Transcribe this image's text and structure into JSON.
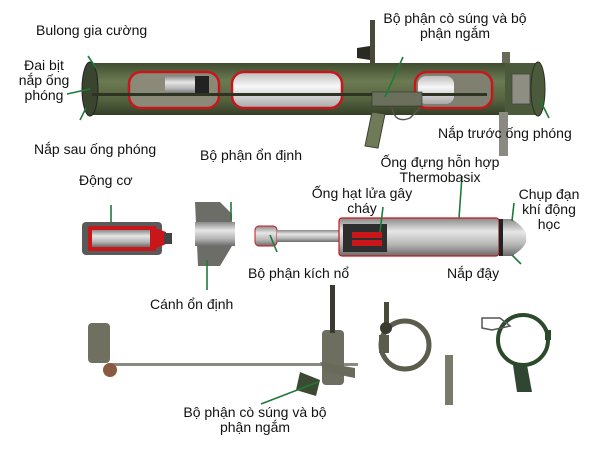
{
  "diagram": {
    "title": "RPO-A Shmel thermobaric rocket launcher exploded diagram",
    "colors": {
      "tube_green": "#5a6b44",
      "tube_dark": "#3c4a2e",
      "cutaway_red": "#c8161b",
      "metal_light": "#d9d9d9",
      "metal_mid": "#9a9a9a",
      "metal_dark": "#555555",
      "leader_line": "#1f7a3a",
      "text": "#111111",
      "background": "#ffffff"
    },
    "labels": {
      "bulong": "Bulong gia cường",
      "dai_bit_1": "Đai bịt",
      "dai_bit_2": "nắp ống",
      "dai_bit_3": "phóng",
      "co_sung_top_1": "Bộ phận cò súng và bộ",
      "co_sung_top_2": "phận ngắm",
      "nap_sau": "Nắp sau ống phóng",
      "nap_truoc": "Nắp trước ống phóng",
      "bo_phan_on_dinh": "Bộ phận ổn định",
      "dong_co": "Động cơ",
      "ong_dung_1": "Ống đựng hỗn hợp",
      "ong_dung_2": "Thermobasix",
      "ong_hat_1": "Ống hạt lửa gây",
      "ong_hat_2": "cháy",
      "chup_dan_1": "Chụp đạn",
      "chup_dan_2": "khí động",
      "chup_dan_3": "học",
      "canh_on_dinh": "Cánh ổn định",
      "kich_no": "Bộ phận kích nổ",
      "nap_day": "Nắp đậy",
      "co_sung_bottom_1": "Bộ phận cò súng và bộ",
      "co_sung_bottom_2": "phận ngắm"
    }
  }
}
